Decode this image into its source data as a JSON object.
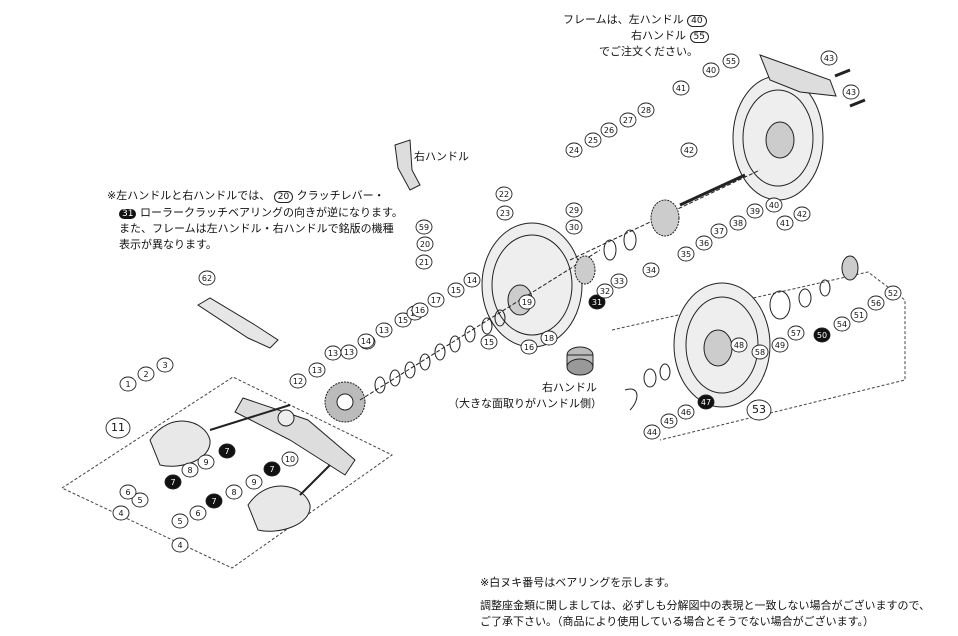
{
  "frame_note": {
    "line1_prefix": "フレームは、左ハンドル",
    "line1_part": "40",
    "line2_prefix": "右ハンドル",
    "line2_part": "55",
    "line3": "でご注文ください。"
  },
  "handle_note": {
    "l1_a": "※左ハンドルと右ハンドルでは、",
    "l1_part": "20",
    "l1_b": "クラッチレバー・",
    "l2_part": "31",
    "l2_b": "ローラークラッチベアリングの向きが逆になります。",
    "l3": "また、フレームは左ハンドル・右ハンドルで銘版の機種",
    "l4": "表示が異なります。"
  },
  "label_right_handle_top": "右ハンドル",
  "label_right_handle_bottom": "右ハンドル",
  "label_chamfer": "（大きな面取りがハンドル側）",
  "footer": {
    "bearing_note": "※白ヌキ番号はベアリングを示します。",
    "shim_note_1": "調整座金類に関しましては、必ずしも分解図中の表現と一致しない場合がございますので、",
    "shim_note_2": "ご了承下さい。（商品により使用している場合とそうでない場合がございます。）"
  },
  "part_callouts": [
    {
      "n": "1",
      "bearing": false
    },
    {
      "n": "2",
      "bearing": false
    },
    {
      "n": "3",
      "bearing": false
    },
    {
      "n": "4",
      "bearing": false
    },
    {
      "n": "5",
      "bearing": false
    },
    {
      "n": "6",
      "bearing": false
    },
    {
      "n": "7",
      "bearing": true
    },
    {
      "n": "8",
      "bearing": false
    },
    {
      "n": "9",
      "bearing": false
    },
    {
      "n": "10",
      "bearing": false
    },
    {
      "n": "11",
      "bearing": false
    },
    {
      "n": "12",
      "bearing": false
    },
    {
      "n": "13",
      "bearing": false
    },
    {
      "n": "14",
      "bearing": false
    },
    {
      "n": "15",
      "bearing": false
    },
    {
      "n": "16",
      "bearing": false
    },
    {
      "n": "17",
      "bearing": false
    },
    {
      "n": "18",
      "bearing": false
    },
    {
      "n": "19",
      "bearing": false
    },
    {
      "n": "20",
      "bearing": false
    },
    {
      "n": "21",
      "bearing": false
    },
    {
      "n": "22",
      "bearing": false
    },
    {
      "n": "23",
      "bearing": false
    },
    {
      "n": "24",
      "bearing": false
    },
    {
      "n": "25",
      "bearing": false
    },
    {
      "n": "26",
      "bearing": false
    },
    {
      "n": "27",
      "bearing": false
    },
    {
      "n": "28",
      "bearing": false
    },
    {
      "n": "29",
      "bearing": false
    },
    {
      "n": "30",
      "bearing": false
    },
    {
      "n": "31",
      "bearing": true
    },
    {
      "n": "32",
      "bearing": false
    },
    {
      "n": "33",
      "bearing": false
    },
    {
      "n": "34",
      "bearing": false
    },
    {
      "n": "35",
      "bearing": false
    },
    {
      "n": "36",
      "bearing": false
    },
    {
      "n": "37",
      "bearing": false
    },
    {
      "n": "38",
      "bearing": false
    },
    {
      "n": "39",
      "bearing": false
    },
    {
      "n": "40",
      "bearing": false
    },
    {
      "n": "41",
      "bearing": false
    },
    {
      "n": "42",
      "bearing": false
    },
    {
      "n": "43",
      "bearing": false
    },
    {
      "n": "44",
      "bearing": false
    },
    {
      "n": "45",
      "bearing": false
    },
    {
      "n": "46",
      "bearing": false
    },
    {
      "n": "47",
      "bearing": true
    },
    {
      "n": "48",
      "bearing": false
    },
    {
      "n": "49",
      "bearing": false
    },
    {
      "n": "50",
      "bearing": true
    },
    {
      "n": "51",
      "bearing": false
    },
    {
      "n": "52",
      "bearing": false
    },
    {
      "n": "53",
      "bearing": false
    },
    {
      "n": "54",
      "bearing": false
    },
    {
      "n": "55",
      "bearing": false
    },
    {
      "n": "56",
      "bearing": false
    },
    {
      "n": "57",
      "bearing": false
    },
    {
      "n": "58",
      "bearing": false
    },
    {
      "n": "59",
      "bearing": false
    },
    {
      "n": "62",
      "bearing": false
    }
  ]
}
